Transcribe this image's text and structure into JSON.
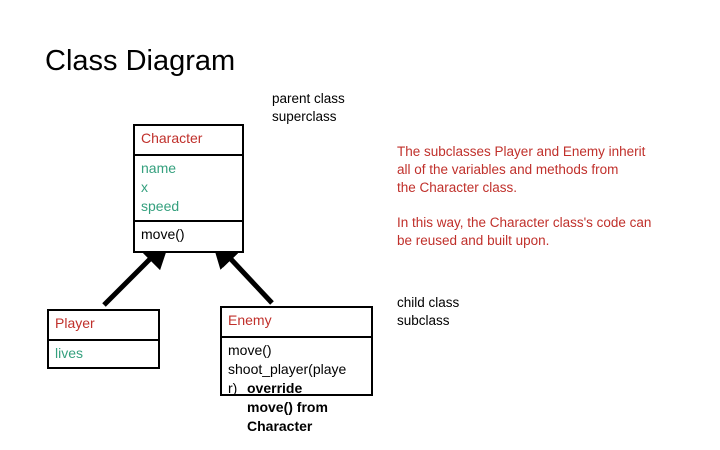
{
  "title": "Class Diagram",
  "colors": {
    "class_name": "#C0302B",
    "attribute": "#35A07E",
    "method": "#000000",
    "annotation_red": "#C0302B",
    "annotation_black": "#000000",
    "box_border": "#000000",
    "background": "#FFFFFF"
  },
  "classes": {
    "character": {
      "name": "Character",
      "attributes": "name\nx\nspeed",
      "methods": "move()"
    },
    "player": {
      "name": "Player",
      "attributes": "lives"
    },
    "enemy": {
      "name": "Enemy",
      "method_bold": "move()",
      "method_plain": "shoot_player(playe\nr)",
      "override_note": "override\nmove() from\nCharacter"
    }
  },
  "labels": {
    "parent": "parent class\nsuperclass",
    "child": "child class\nsubclass"
  },
  "annotations": {
    "inherit": "The subclasses Player and Enemy inherit\nall of the variables and methods from\nthe Character class.",
    "reuse": "In this way, the Character class's code can\nbe reused and built upon."
  },
  "relationships": [
    {
      "from": "Player",
      "to": "Character",
      "type": "inheritance-arrow"
    },
    {
      "from": "Enemy",
      "to": "Character",
      "type": "inheritance-arrow"
    }
  ]
}
